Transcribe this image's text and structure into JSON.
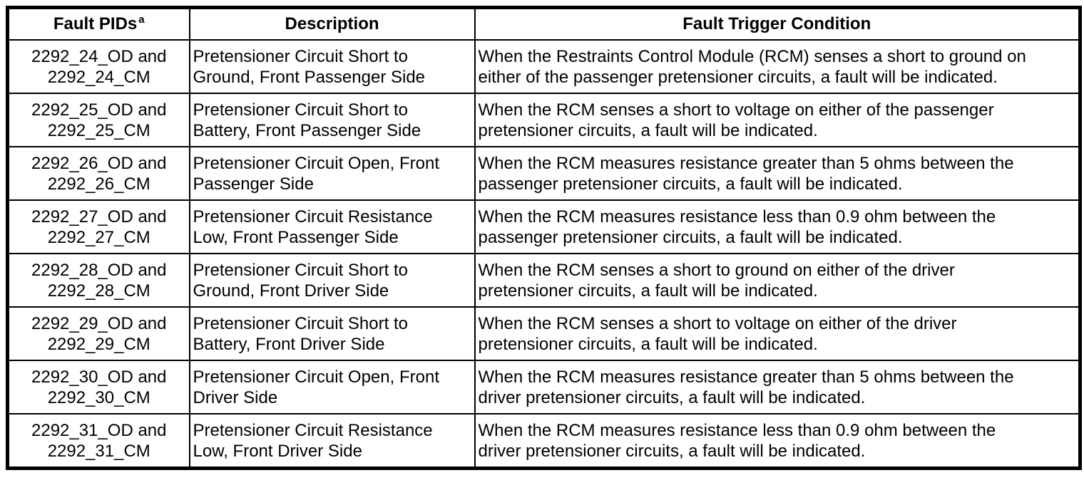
{
  "page": {
    "background_color": "#ffffff",
    "text_color": "#000000",
    "border_color": "#000000"
  },
  "table": {
    "columns": [
      {
        "label": "Fault PIDs",
        "superscript": "a"
      },
      {
        "label": "Description",
        "superscript": ""
      },
      {
        "label": "Fault Trigger Condition",
        "superscript": ""
      }
    ],
    "rows": [
      {
        "fault_pids_lines": [
          "2292_24_OD and",
          "2292_24_CM"
        ],
        "description_lines": [
          "Pretensioner Circuit Short to",
          "Ground, Front Passenger Side"
        ],
        "condition_lines": [
          "When the Restraints Control Module (RCM) senses a short to ground on",
          "either of the passenger pretensioner circuits, a fault will be indicated."
        ]
      },
      {
        "fault_pids_lines": [
          "2292_25_OD and",
          "2292_25_CM"
        ],
        "description_lines": [
          "Pretensioner Circuit Short to",
          "Battery, Front Passenger Side"
        ],
        "condition_lines": [
          "When the RCM senses a short to voltage on either of the passenger",
          "pretensioner circuits, a fault will be indicated."
        ]
      },
      {
        "fault_pids_lines": [
          "2292_26_OD and",
          "2292_26_CM"
        ],
        "description_lines": [
          "Pretensioner Circuit Open, Front",
          "Passenger Side"
        ],
        "condition_lines": [
          "When the RCM measures resistance greater than 5 ohms between the",
          "passenger pretensioner circuits, a fault will be indicated."
        ]
      },
      {
        "fault_pids_lines": [
          "2292_27_OD and",
          "2292_27_CM"
        ],
        "description_lines": [
          "Pretensioner Circuit Resistance",
          "Low, Front Passenger Side"
        ],
        "condition_lines": [
          "When the RCM measures resistance less than 0.9 ohm between the",
          "passenger pretensioner circuits, a fault will be indicated."
        ]
      },
      {
        "fault_pids_lines": [
          "2292_28_OD and",
          "2292_28_CM"
        ],
        "description_lines": [
          "Pretensioner Circuit Short to",
          "Ground, Front Driver Side"
        ],
        "condition_lines": [
          "When the RCM senses a short to ground on either of the driver",
          "pretensioner circuits, a fault will be indicated."
        ]
      },
      {
        "fault_pids_lines": [
          "2292_29_OD and",
          "2292_29_CM"
        ],
        "description_lines": [
          "Pretensioner Circuit Short to",
          "Battery, Front Driver Side"
        ],
        "condition_lines": [
          "When the RCM senses a short to voltage on either of the driver",
          "pretensioner circuits, a fault will be indicated."
        ]
      },
      {
        "fault_pids_lines": [
          "2292_30_OD and",
          "2292_30_CM"
        ],
        "description_lines": [
          "Pretensioner Circuit Open, Front",
          "Driver Side"
        ],
        "condition_lines": [
          "When the RCM measures resistance greater than 5 ohms between the",
          "driver pretensioner circuits, a fault will be indicated."
        ]
      },
      {
        "fault_pids_lines": [
          "2292_31_OD and",
          "2292_31_CM"
        ],
        "description_lines": [
          "Pretensioner Circuit Resistance",
          "Low, Front Driver Side"
        ],
        "condition_lines": [
          "When the RCM measures resistance less than 0.9 ohm between the",
          "driver pretensioner circuits, a fault will be indicated."
        ]
      }
    ]
  }
}
